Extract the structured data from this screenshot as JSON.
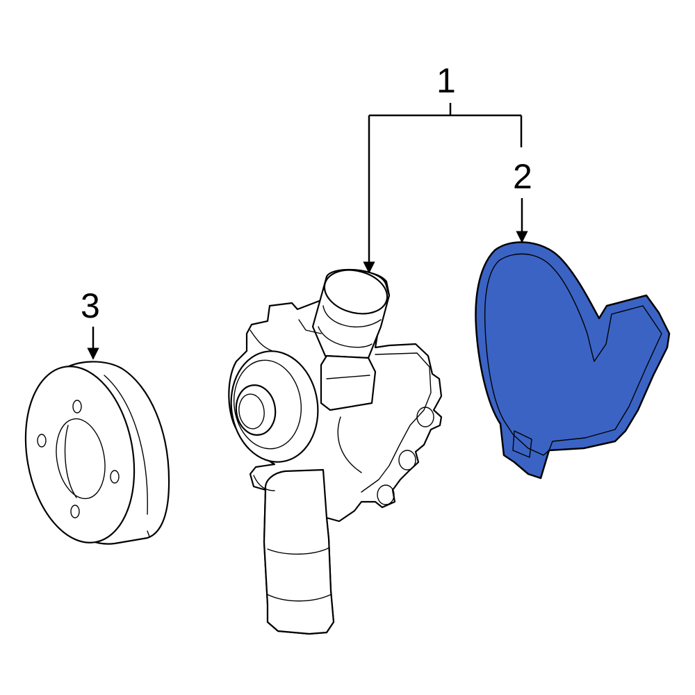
{
  "callouts": [
    {
      "number": "1"
    },
    {
      "number": "2"
    },
    {
      "number": "3"
    }
  ],
  "colors": {
    "highlight_fill": "#3a63c4",
    "line": "#000000",
    "background": "#ffffff"
  }
}
